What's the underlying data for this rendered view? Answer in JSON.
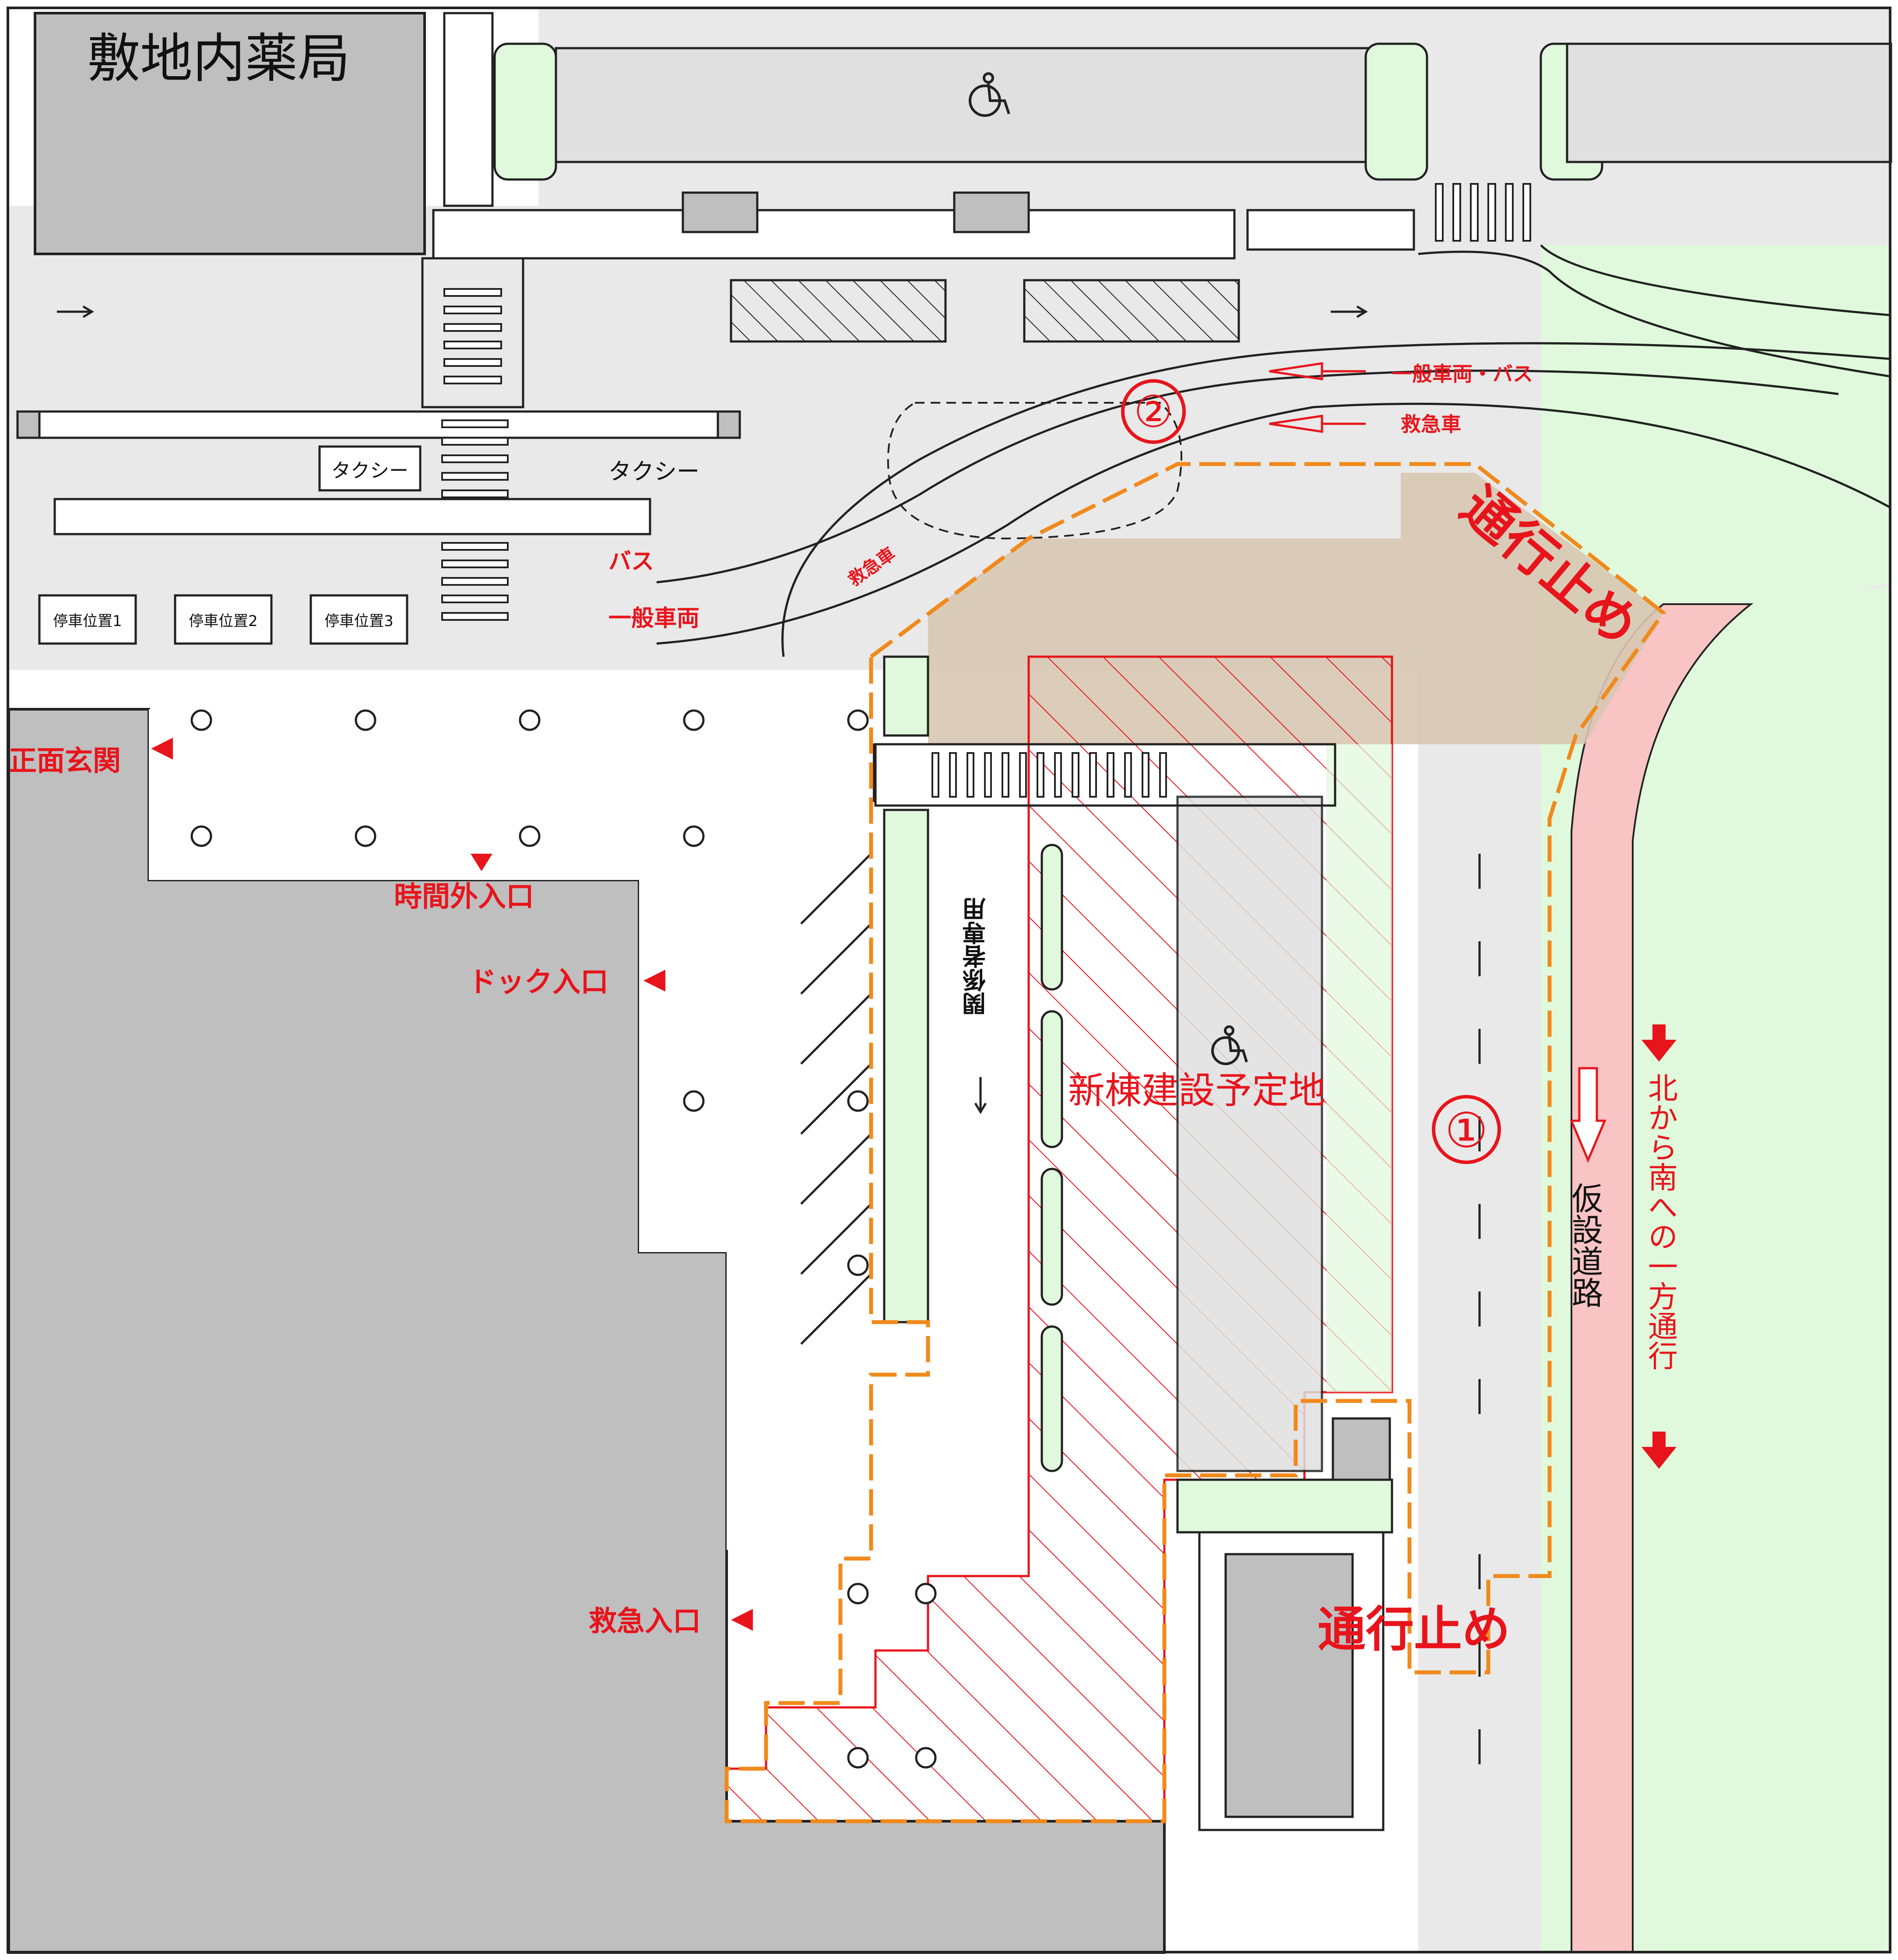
{
  "pharmacy_label": "敷地内薬局",
  "entrances": {
    "main": "正面玄関",
    "after_hours": "時間外入口",
    "dock": "ドック入口",
    "emergency": "救急入口"
  },
  "construction_site_label": "新棟建設予定地",
  "road_closed_north": "通行止め",
  "road_closed_south": "通行止め",
  "temporary_road_label": "仮設道路",
  "one_way_label": "北から南への一方通行",
  "route_markers": {
    "route1": "①",
    "route2": "②"
  },
  "lane_labels": {
    "general_bus": "一般車両・バス",
    "ambulance": "救急車",
    "ambulance_diag": "救急車"
  },
  "rotary_lanes": [
    {
      "destination": "タクシー",
      "prefix": ""
    },
    {
      "destination": "バス",
      "prefix": ""
    },
    {
      "destination": "一般車両",
      "prefix": ""
    }
  ],
  "stop_positions": [
    "停車位置1",
    "停車位置2",
    "停車位置3"
  ],
  "taxi_sign": "タクシー",
  "pavement_text_upper": [
    "バス",
    "タクシー"
  ],
  "pavement_text_staff": "関係者専用",
  "colors": {
    "building": "#bfbfbf",
    "green": "#e0f9dc",
    "pink": "#f9c4c4",
    "closure_fill": "#d8c6b2",
    "closure_line": "#f08a1c",
    "red": "#e8141c",
    "road": "#e9e9e9"
  },
  "icons": [
    "wheelchair-icon",
    "arrow-down-icon",
    "arrow-left-icon",
    "arrow-right-icon",
    "triangle-pointer-icon"
  ]
}
